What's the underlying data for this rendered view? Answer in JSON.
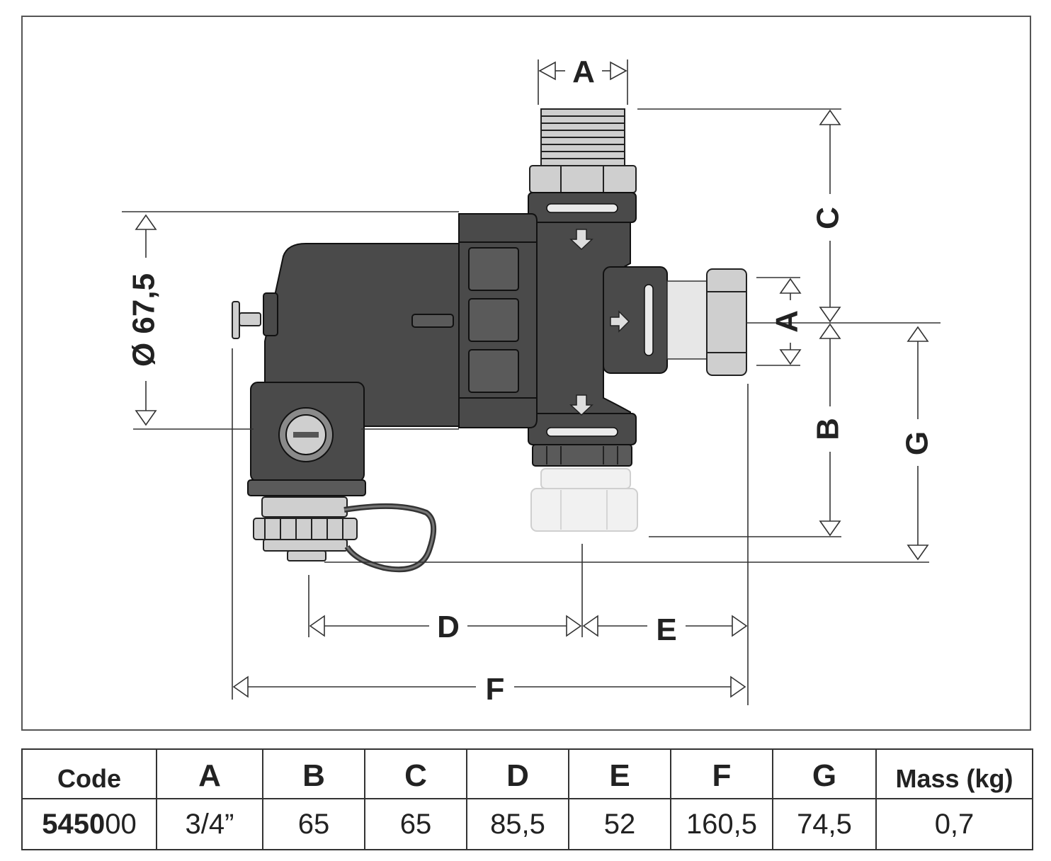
{
  "diagram": {
    "labels": {
      "A_top": "A",
      "A_side": "A",
      "B": "B",
      "C": "C",
      "D": "D",
      "E": "E",
      "F": "F",
      "G": "G",
      "diameter": "Ø 67,5"
    }
  },
  "table": {
    "headers": [
      "Code",
      "A",
      "B",
      "C",
      "D",
      "E",
      "F",
      "G",
      "Mass (kg)"
    ],
    "row": {
      "code_bold": "5450",
      "code_rest": "00",
      "A": "3/4”",
      "B": "65",
      "C": "65",
      "D": "85,5",
      "E": "52",
      "F": "160,5",
      "G": "74,5",
      "mass": "0,7"
    }
  }
}
